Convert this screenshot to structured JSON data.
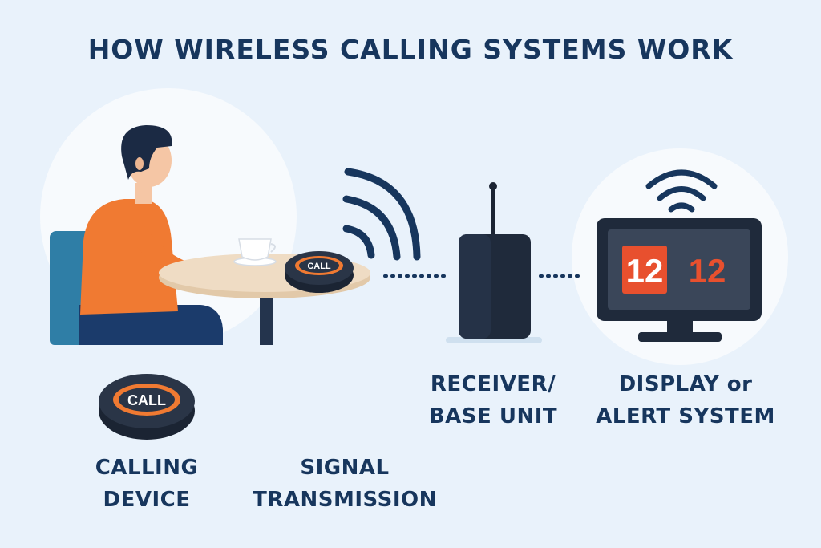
{
  "title": "HOW WIRELESS CALLING SYSTEMS WORK",
  "steps": [
    {
      "line1": "CALLING",
      "line2": "DEVICE"
    },
    {
      "line1": "SIGNAL",
      "line2": "TRANSMISSION"
    },
    {
      "line1": "RECEIVER/",
      "line2": "BASE UNIT"
    },
    {
      "line1": "DISPLAY or",
      "line2": "ALERT SYSTEM"
    }
  ],
  "button_label": "CALL",
  "display_numbers": [
    "12",
    "12"
  ],
  "colors": {
    "navy": "#17365d",
    "orange": "#f07a32",
    "display_red": "#e8502e",
    "background": "#e9f2fb"
  }
}
